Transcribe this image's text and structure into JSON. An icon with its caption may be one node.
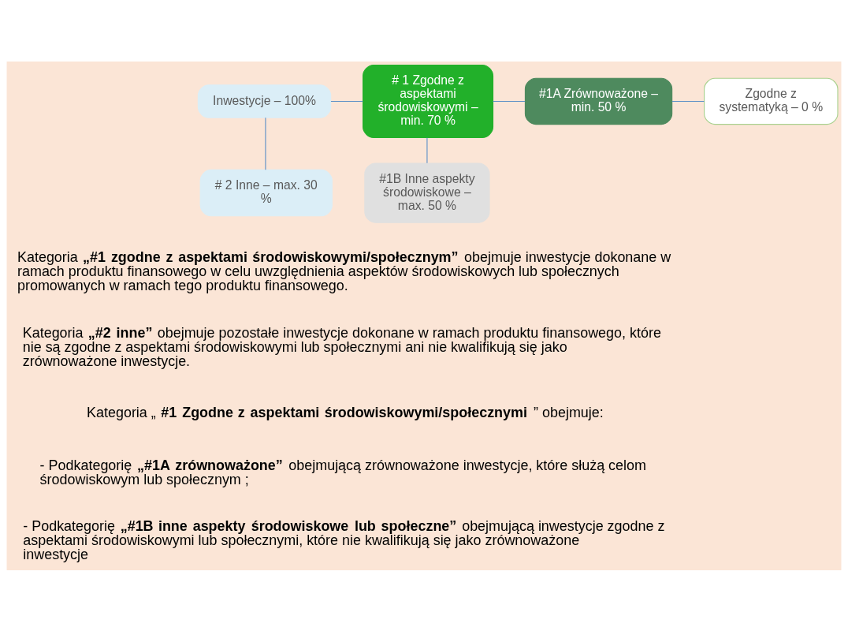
{
  "diagram": {
    "nodes": [
      {
        "text": [
          "Inwestycje – 100%"
        ]
      },
      {
        "text": [
          "# 1 Zgodne z aspektami środowiskowymi – min. 70 %"
        ]
      },
      {
        "text": [
          "# 2 Inne – max. 30 %"
        ]
      },
      {
        "text": [
          "#1A Zrównoważone – min. 50 %"
        ]
      },
      {
        "text": [
          "#1B Inne aspekty środowiskowe – max. 50 %"
        ]
      },
      {
        "text": [
          "Zgodne z systematyką – 0 %"
        ]
      }
    ],
    "edges": [
      {
        "from": 0,
        "to": 1,
        "arrow": "none"
      },
      {
        "from": 0,
        "to": 2,
        "arrow": "none"
      },
      {
        "from": 1,
        "to": 3,
        "arrow": "none"
      },
      {
        "from": 1,
        "to": 4,
        "arrow": "none"
      },
      {
        "from": 3,
        "to": 5,
        "arrow": "none"
      }
    ],
    "labels": [
      "Kategoria **„#1 zgodne z aspektami środowiskowymi/społecznym”** obejmuje inwestycje dokonane w ramach produktu finansowego w celu uwzględnienia aspektów środowiskowych lub społecznych promowanych w ramach tego produktu finansowego.",
      "Kategoria **„#2 inne”** obejmuje pozostałe inwestycje dokonane w ramach produktu finansowego, które nie są zgodne z aspektami środowiskowymi lub społecznymi ani nie kwalifikują się jako zrównoważone inwestycje.",
      "Kategoria „**#1 Zgodne z aspektami środowiskowymi/społecznymi**”  obejmuje:",
      "- Podkategorię **„#1A zrównoważone”** obejmującą zrównoważone inwestycje, które służą celom środowiskowym lub społecznym ;",
      "- Podkategorię **„#1B inne aspekty środowiskowe lub społeczne”** obejmującą inwestycje zgodne z aspektami środowiskowymi lub społecznymi, które nie kwalifikują się jako zrównoważone inwestycje"
    ]
  }
}
